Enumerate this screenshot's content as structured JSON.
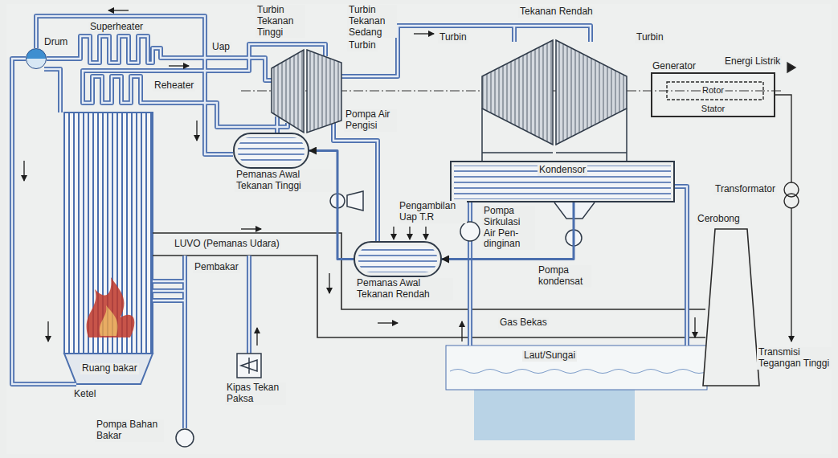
{
  "diagram": {
    "nodes": [
      {
        "text": [
          "Generator",
          "Rotor",
          "Stator"
        ]
      },
      {
        "text": [
          "Kondensor"
        ]
      },
      {
        "text": [
          "Pemanas Awal Tekanan Tinggi"
        ]
      },
      {
        "text": [
          "Pemanas Awal Tekanan Rendah"
        ]
      },
      {
        "text": [
          "Drum"
        ]
      }
    ],
    "edges": [
      {
        "from": 1,
        "to": 3,
        "arrow": "to"
      },
      {
        "from": 3,
        "to": 2,
        "arrow": "to"
      }
    ],
    "labels": [
      "Turbin Tekanan Tinggi",
      "Turbin Tekanan Sedang",
      "Turbin",
      "Turbin",
      "Tekanan Rendah",
      "Turbin",
      "Uap",
      "Superheater",
      "Reheater",
      "Energi Listrik",
      "Pompa Air Pengisi",
      "Transformator",
      "Pengambilan Uap T.R",
      "Pompa Sirkulasi Air Pen- dinginan",
      "Cerobong",
      "LUVO (Pemanas Udara)",
      "Pembakar",
      "Pompa kondensat",
      "Gas Bekas",
      "Laut/Sungai",
      "Ruang bakar",
      "Ketel",
      "Pompa Bahan Bakar",
      "Kipas Tekan Paksa",
      "Transmisi Tegangan Tinggi"
    ]
  }
}
